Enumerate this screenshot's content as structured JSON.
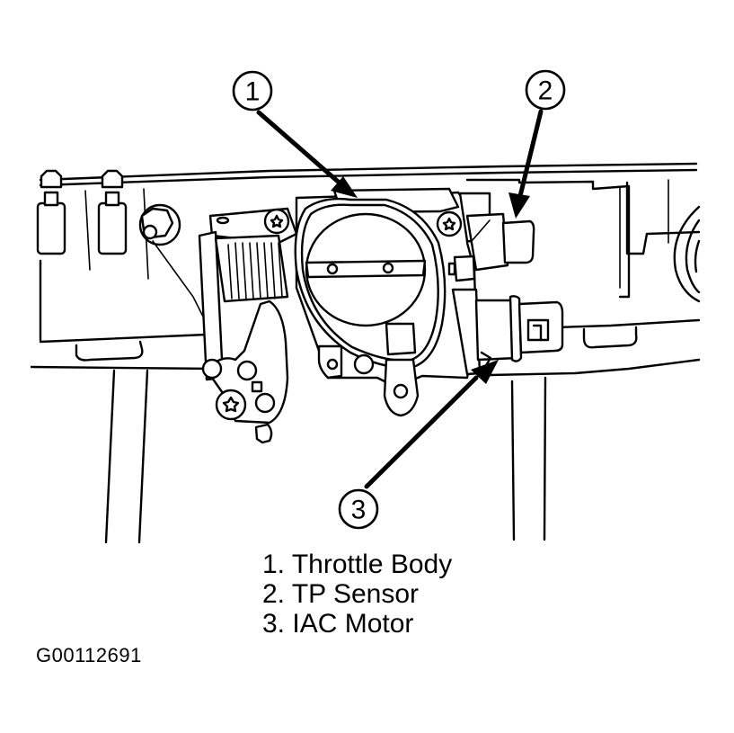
{
  "diagram": {
    "subject": "Throttle body assembly",
    "callouts": [
      {
        "number": "1",
        "label": "Throttle Body"
      },
      {
        "number": "2",
        "label": "TP Sensor"
      },
      {
        "number": "3",
        "label": "IAC Motor"
      }
    ],
    "legend": [
      "1. Throttle Body",
      "2. TP Sensor",
      "3. IAC Motor"
    ],
    "figure_id": "G00112691"
  }
}
